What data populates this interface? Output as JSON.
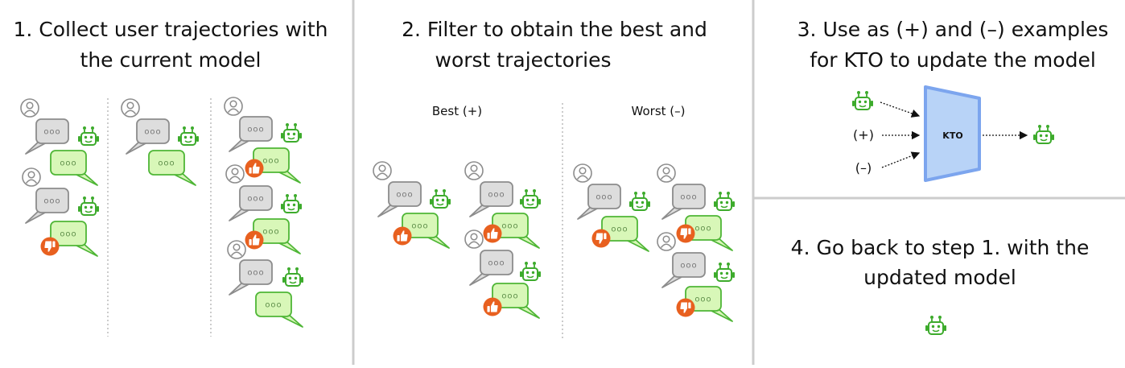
{
  "diagram": {
    "step1": {
      "title_line1": "1. Collect user trajectories with",
      "title_line2": "the current model"
    },
    "step2": {
      "title_line1": "2. Filter to obtain the best and",
      "title_line2": "worst trajectories",
      "best_label": "Best (+)",
      "worst_label": "Worst (–)"
    },
    "step3": {
      "title_line1": "3. Use as (+) and (–) examples",
      "title_line2": "for KTO to update the model",
      "plus_label": "(+)",
      "minus_label": "(–)",
      "kto_label": "KTO"
    },
    "step4": {
      "title_line1": "4. Go back to step 1. with the",
      "title_line2": "updated model"
    },
    "bubble_text": "ooo"
  },
  "colors": {
    "robot_green": "#3dab2c",
    "bot_bubble_fill": "#d8f7b8",
    "bot_bubble_stroke": "#4fb636",
    "user_bubble_fill": "#dddddd",
    "user_bubble_stroke": "#8c8c8c",
    "thumb_fill": "#e8601f",
    "kto_fill": "#b8d3f7",
    "kto_stroke": "#7ca5ee",
    "divider": "#cccccc"
  },
  "icons": {
    "user": "user-avatar-icon",
    "robot": "robot-icon",
    "thumbs_up": "thumbs-up-icon",
    "thumbs_down": "thumbs-down-icon"
  }
}
